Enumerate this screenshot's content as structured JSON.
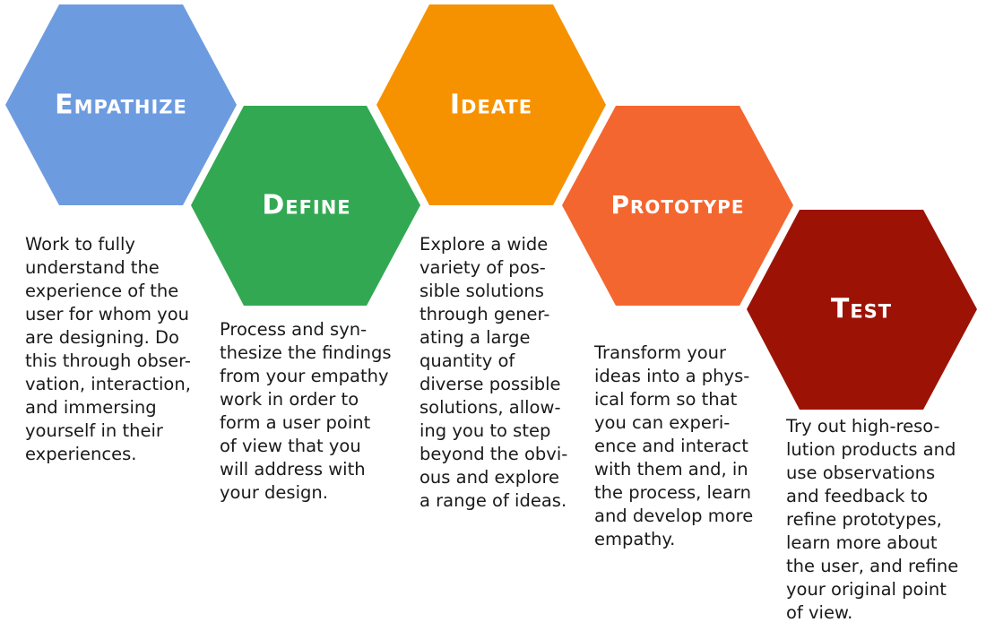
{
  "stages": [
    {
      "title": "Empathize",
      "color": "#6d9be0",
      "description": [
        "Work to fully",
        "understand the",
        "experience of the",
        "user for whom you",
        "are designing.  Do",
        "this through obser-",
        "vation, interaction,",
        "and immersing",
        "yourself in their",
        "experiences."
      ]
    },
    {
      "title": "Define",
      "color": "#33a853",
      "description": [
        "Process and syn-",
        "thesize the findings",
        "from your empathy",
        "work in order to",
        "form a user point",
        "of view that you",
        "will address with",
        "your design."
      ]
    },
    {
      "title": "Ideate",
      "color": "#f69200",
      "description": [
        "Explore a wide",
        "variety of pos-",
        "sible solutions",
        "through gener-",
        "ating a large",
        "quantity of",
        "diverse possible",
        "solutions, allow-",
        "ing you to step",
        "beyond the obvi-",
        "ous and explore",
        "a range of ideas."
      ]
    },
    {
      "title": "Prototype",
      "color": "#f4662f",
      "description": [
        "Transform your",
        "ideas into a phys-",
        "ical form so that",
        "you can experi-",
        "ence and interact",
        "with them and, in",
        "the process, learn",
        "and develop more",
        "empathy."
      ]
    },
    {
      "title": "Test",
      "color": "#9c1306",
      "description": [
        "Try out high-reso-",
        "lution products and",
        "use observations",
        "and feedback to",
        "refine prototypes,",
        "learn more about",
        "the user, and refine",
        "your original point",
        "of view."
      ]
    }
  ]
}
